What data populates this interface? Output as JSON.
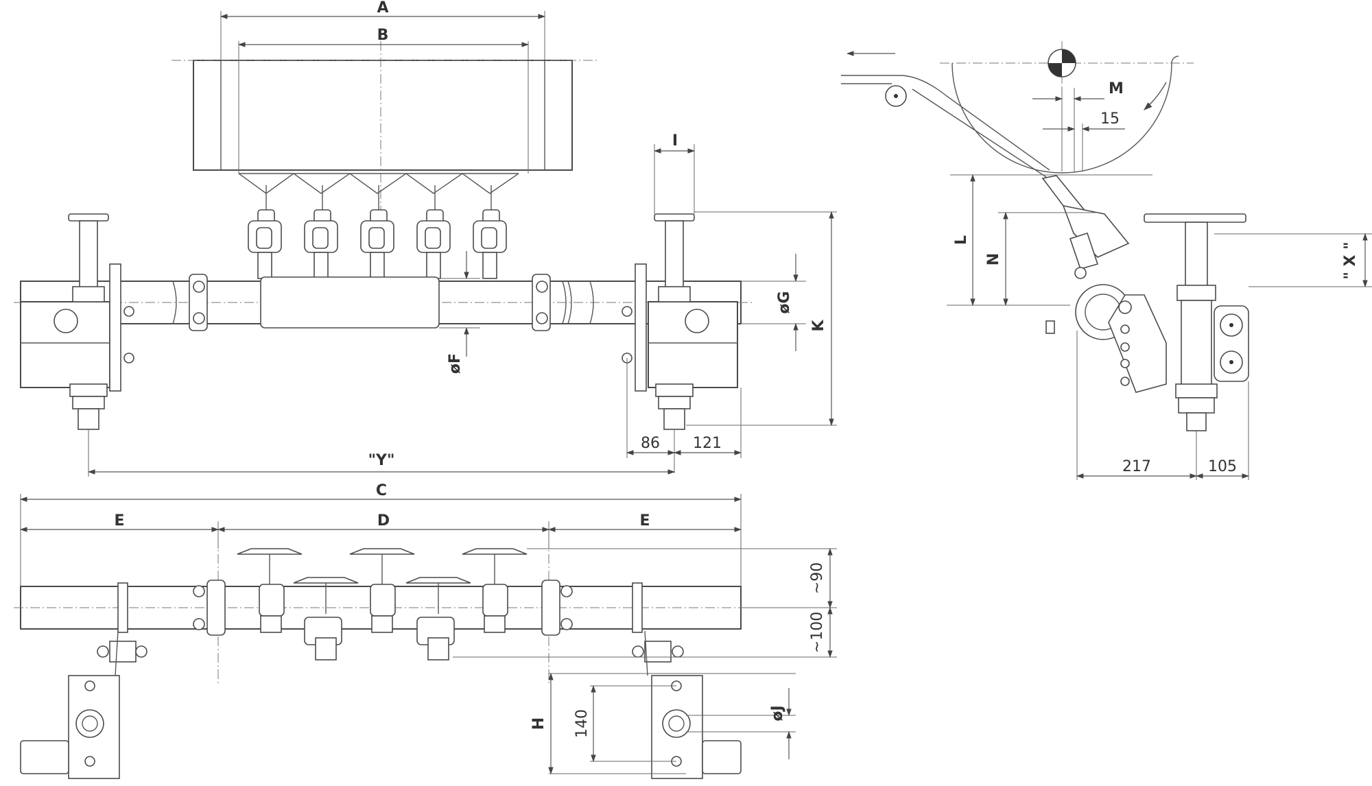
{
  "labels": {
    "A": "A",
    "B": "B",
    "C": "C",
    "D": "D",
    "E_left": "E",
    "E_right": "E",
    "I": "I",
    "K": "K",
    "G": "øG",
    "F": "øF",
    "Y": "\"Y\"",
    "H": "H",
    "J": "øJ",
    "M": "M",
    "L": "L",
    "N": "N",
    "X": "\" X \""
  },
  "values": {
    "v86": "86",
    "v121": "121",
    "v217": "217",
    "v105": "105",
    "v15": "15",
    "v140": "140",
    "v90": "~90",
    "v100": "~100"
  }
}
